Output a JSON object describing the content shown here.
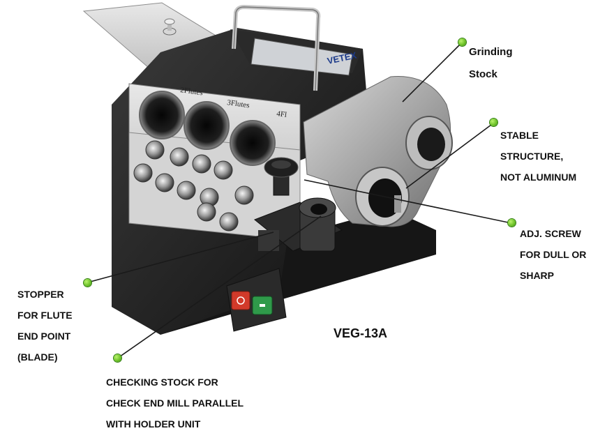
{
  "model": "VEG-13A",
  "callouts": {
    "grinding": [
      "Grinding",
      "Stock"
    ],
    "stable": [
      "STABLE",
      "STRUCTURE,",
      "NOT ALUMINUM"
    ],
    "adj": [
      "ADJ. SCREW",
      "FOR DULL OR",
      "SHARP"
    ],
    "stopper": [
      "STOPPER",
      "FOR FLUTE",
      "END POINT",
      "(BLADE)"
    ],
    "checking": [
      "CHECKING STOCK FOR",
      "CHECK END MILL PARALLEL",
      "WITH HOLDER UNIT"
    ]
  },
  "machine": {
    "logo": "VETEX",
    "holder_labels": [
      "2Flutes",
      "3Flutes",
      "4Fl"
    ]
  },
  "colors": {
    "callout_dot": "#6fc22a",
    "body_dark": "#1c1c1c",
    "aluminum": "#9a9a9a",
    "start_button": "#d23a2a",
    "stop_button": "#2f9a4a"
  }
}
